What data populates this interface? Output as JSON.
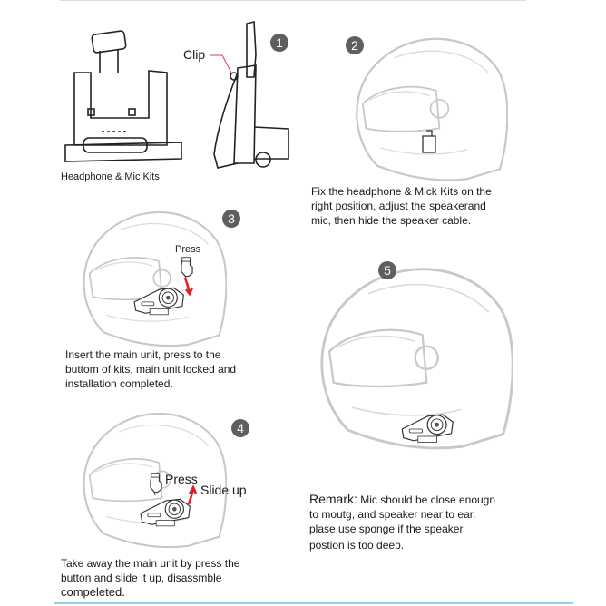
{
  "step1": {
    "badge": "1",
    "clip_label": "Clip",
    "caption": "Headphone & Mic Kits"
  },
  "step2": {
    "badge": "2",
    "lines": [
      "Fix the headphone & Mick Kits on the",
      "right position, adjust the speakerand",
      "mic, then hide the speaker cable."
    ]
  },
  "step3": {
    "badge": "3",
    "press_label": "Press",
    "lines": [
      "Insert the main unit, press to the",
      "buttom of kits, main unit locked and",
      "installation completed."
    ]
  },
  "step4": {
    "badge": "4",
    "press_label": "Press",
    "slide_label": "Slide up",
    "lines": [
      "Take away the main unit by press the",
      "button and slide it up, disassmble",
      "compeleted."
    ]
  },
  "step5": {
    "badge": "5"
  },
  "remark": {
    "label": "Remark:",
    "lines": [
      "Mic should be close enougn",
      "to moutg, and speaker near to ear.",
      "plase use sponge if the speaker",
      "postion is too deep."
    ]
  },
  "colors": {
    "arrow": "#e02020",
    "clip_leader": "#e0308a",
    "badge": "#5f5f5f",
    "bottom_rule": "#8fd3e3"
  }
}
